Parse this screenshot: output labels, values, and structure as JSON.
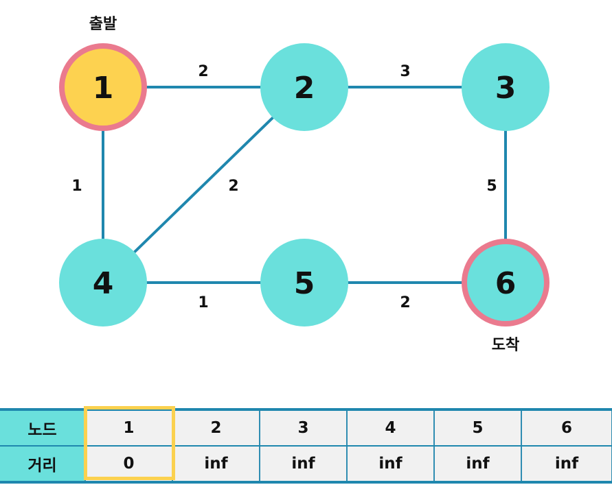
{
  "graph": {
    "nodes": [
      {
        "id": "1",
        "label": "1",
        "role": "start"
      },
      {
        "id": "2",
        "label": "2",
        "role": "normal"
      },
      {
        "id": "3",
        "label": "3",
        "role": "normal"
      },
      {
        "id": "4",
        "label": "4",
        "role": "normal"
      },
      {
        "id": "5",
        "label": "5",
        "role": "normal"
      },
      {
        "id": "6",
        "label": "6",
        "role": "end"
      }
    ],
    "edges": [
      {
        "from": "1",
        "to": "2",
        "weight": "2"
      },
      {
        "from": "2",
        "to": "3",
        "weight": "3"
      },
      {
        "from": "1",
        "to": "4",
        "weight": "1"
      },
      {
        "from": "2",
        "to": "4",
        "weight": "2"
      },
      {
        "from": "3",
        "to": "6",
        "weight": "5"
      },
      {
        "from": "4",
        "to": "5",
        "weight": "1"
      },
      {
        "from": "5",
        "to": "6",
        "weight": "2"
      }
    ],
    "start_label": "출발",
    "end_label": "도착"
  },
  "colors": {
    "node_fill": "#6ae0dc",
    "start_fill": "#fdd250",
    "highlight_ring": "#ea7a8e",
    "edge": "#1f87ae",
    "table_header": "#6ae0dc",
    "table_highlight": "#fbd14f"
  },
  "table": {
    "row1_header": "노드",
    "row2_header": "거리",
    "nodes": [
      "1",
      "2",
      "3",
      "4",
      "5",
      "6"
    ],
    "distances": [
      "0",
      "inf",
      "inf",
      "inf",
      "inf",
      "inf"
    ],
    "highlight_column": 1
  }
}
